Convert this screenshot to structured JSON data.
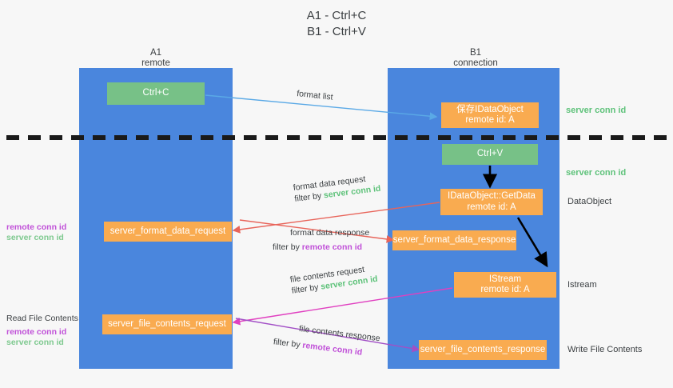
{
  "title": {
    "line1": "A1 - Ctrl+C",
    "line2": "B1 - Ctrl+V"
  },
  "columns": [
    {
      "name": "A1",
      "sub": "remote"
    },
    {
      "name": "B1",
      "sub": "connection"
    }
  ],
  "boxes": {
    "ctrl_c": {
      "label": "Ctrl+C"
    },
    "ctrl_v": {
      "label": "Ctrl+V"
    },
    "idataobject": {
      "line1": "保存IDataObject",
      "line2": "remote id: A"
    },
    "idataobject_getdata": {
      "line1": "IDataObject::GetData",
      "line2": "remote id: A"
    },
    "istream": {
      "line1": "IStream",
      "line2": "remote id: A"
    },
    "server_format_data_request": {
      "label": "server_format_data_request"
    },
    "server_format_data_response": {
      "label": "server_format_data_response"
    },
    "server_file_contents_request": {
      "label": "server_file_contents_request"
    },
    "server_file_contents_response": {
      "label": "server_file_contents_response"
    }
  },
  "edge_labels": {
    "format_list": {
      "line1": "format list"
    },
    "format_data_request": {
      "line1": "format data request",
      "filter_prefix": "filter by ",
      "filter_value": "server conn id"
    },
    "format_data_response": {
      "line1": "format data response",
      "filter_prefix": "filter by ",
      "filter_value": "remote conn id"
    },
    "file_contents_request": {
      "line1": "file contents request",
      "filter_prefix": "filter by ",
      "filter_value": "server conn id"
    },
    "file_contents_response": {
      "line1": "file contents response",
      "filter_prefix": "filter by ",
      "filter_value": "remote conn id"
    }
  },
  "left_labels": {
    "group1": {
      "remote": "remote conn id",
      "server": "server conn id"
    },
    "group2": {
      "heading": "Read File Contents",
      "remote": "remote conn id",
      "server": "server conn id"
    }
  },
  "right_labels": {
    "server_conn_id_1": "server conn id",
    "server_conn_id_2": "server conn id",
    "dataobject": "DataObject",
    "istream": "Istream",
    "write_file_contents": "Write File Contents"
  },
  "colors": {
    "lane": "#4a86dd",
    "orange": "#f9ab50",
    "green": "#77c187",
    "green_text": "#5ec27a",
    "purple_text": "#c050d8",
    "arrow_blue": "#5aa9e6",
    "arrow_red": "#e8645a",
    "arrow_magenta": "#e040c0",
    "arrow_purple": "#a24fc6",
    "arrow_black": "#000000",
    "divider": "#1a1a1a"
  }
}
